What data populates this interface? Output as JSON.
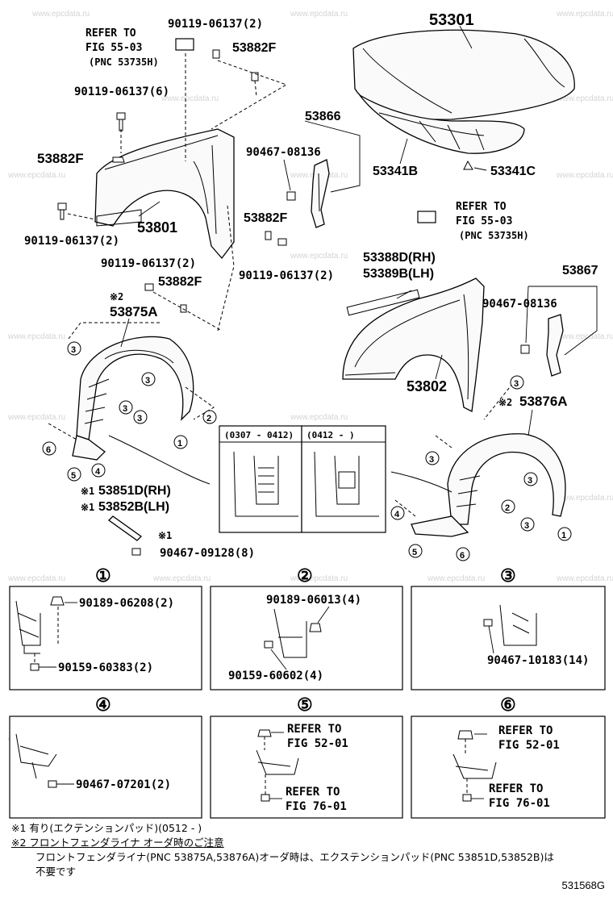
{
  "watermark": "www.epcdata.ru",
  "main_labels": {
    "p53301": "53301",
    "p53341B": "53341B",
    "p53341C": "53341C",
    "p53866": "53866",
    "p90467_08136_a": "90467-08136",
    "p53882F_mid": "53882F",
    "p90119_06137_2_mid": "90119-06137(2)",
    "p90119_06137_2_top": "90119-06137(2)",
    "p53882F_top": "53882F",
    "refer_top_1": "REFER TO",
    "refer_top_2": "FIG 55-03",
    "refer_top_3": "(PNC 53735H)",
    "p90119_06137_6": "90119-06137(6)",
    "p53882F_left": "53882F",
    "p53801": "53801",
    "p90119_06137_2_left": "90119-06137(2)",
    "p90119_06137_2_left2": "90119-06137(2)",
    "p53882F_left2": "53882F",
    "star2_a": "※2",
    "p53875A": "53875A",
    "refer_mid_1": "REFER TO",
    "refer_mid_2": "FIG 55-03",
    "refer_mid_3": "(PNC 53735H)",
    "p53388D": "53388D(RH)",
    "p53389B": "53389B(LH)",
    "p53867": "53867",
    "p90467_08136_b": "90467-08136",
    "p53802": "53802",
    "star2_b": "※2",
    "p53876A": "53876A",
    "inset_a": "(0307 - 0412)",
    "inset_b": "(0412 -      )",
    "p53851D": "53851D(RH)",
    "p53852B": "53852B(LH)",
    "star1_a": "※1",
    "star1_b": "※1",
    "star1_c": "※1",
    "p90467_09128": "90467-09128(8)"
  },
  "callouts": [
    "1",
    "2",
    "3",
    "4",
    "5",
    "6"
  ],
  "panels": [
    {
      "num": "①",
      "lines": [
        "90189-06208(2)",
        "90159-60383(2)"
      ]
    },
    {
      "num": "②",
      "lines": [
        "90189-06013(4)",
        "90159-60602(4)"
      ]
    },
    {
      "num": "③",
      "lines": [
        "90467-10183(14)"
      ]
    },
    {
      "num": "④",
      "lines": [
        "90467-07201(2)"
      ]
    },
    {
      "num": "⑤",
      "lines": [
        "REFER TO",
        "FIG 52-01",
        "REFER TO",
        "FIG 76-01"
      ]
    },
    {
      "num": "⑥",
      "lines": [
        "REFER TO",
        "FIG 52-01",
        "REFER TO",
        "FIG 76-01"
      ]
    }
  ],
  "notes": {
    "note1": "※1 有り(エクテンションパッド)(0512 -        )",
    "note2": "※2 フロントフェンダライナ オーダ時のご注意",
    "note3": "フロントフェンダライナ(PNC 53875A,53876A)オーダ時は、エクステンションパッド(PNC 53851D,53852B)は",
    "note4": "不要です"
  },
  "figure_code": "531568G"
}
